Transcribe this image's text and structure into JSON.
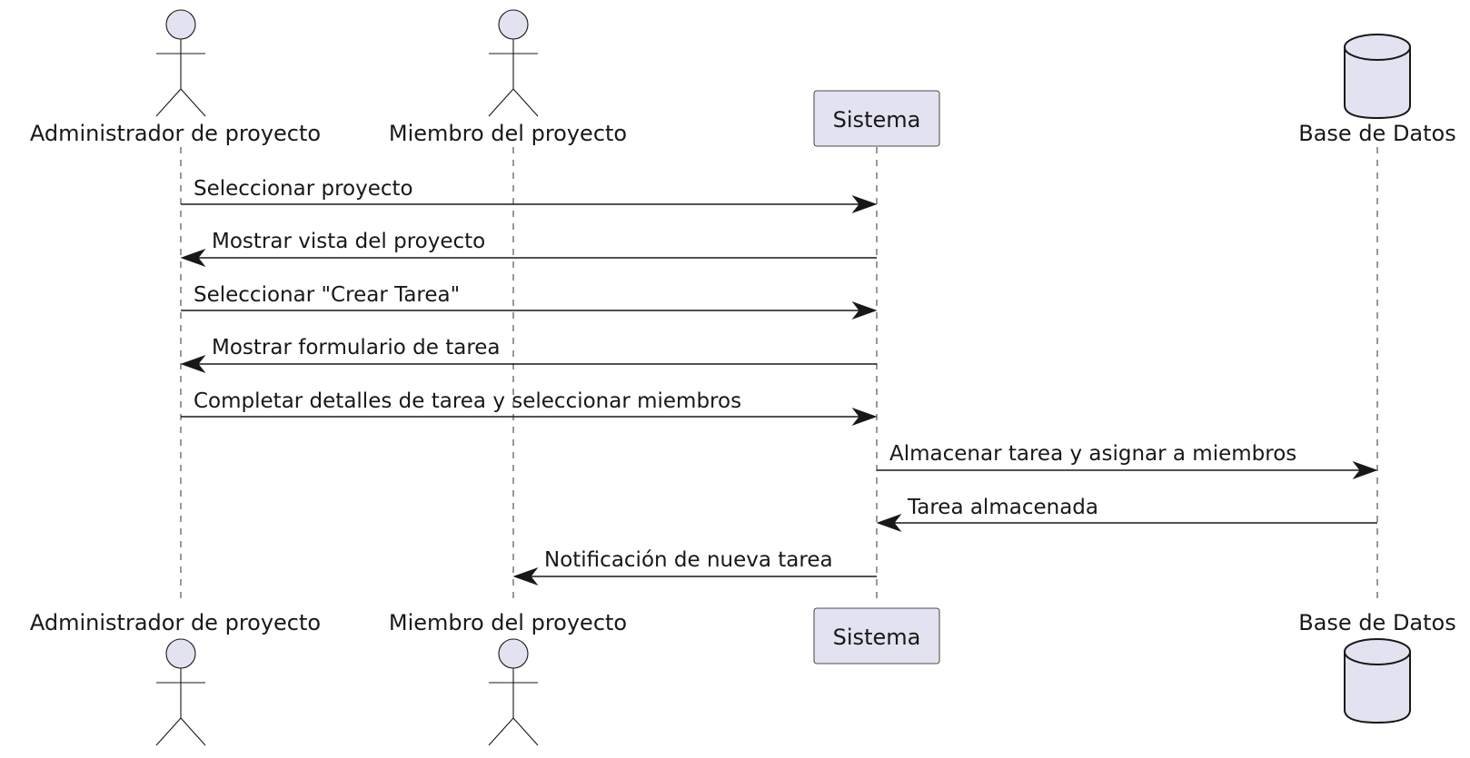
{
  "participants": [
    {
      "id": "admin",
      "kind": "actor",
      "name": "Administrador de proyecto"
    },
    {
      "id": "member",
      "kind": "actor",
      "name": "Miembro del proyecto"
    },
    {
      "id": "system",
      "kind": "participant",
      "name": "Sistema"
    },
    {
      "id": "db",
      "kind": "database",
      "name": "Base de Datos"
    }
  ],
  "messages": [
    {
      "from": "admin",
      "to": "system",
      "label": "Seleccionar proyecto"
    },
    {
      "from": "system",
      "to": "admin",
      "label": "Mostrar vista del proyecto"
    },
    {
      "from": "admin",
      "to": "system",
      "label": "Seleccionar \"Crear Tarea\""
    },
    {
      "from": "system",
      "to": "admin",
      "label": "Mostrar formulario de tarea"
    },
    {
      "from": "admin",
      "to": "system",
      "label": "Completar detalles de tarea y seleccionar miembros"
    },
    {
      "from": "system",
      "to": "db",
      "label": "Almacenar tarea y asignar a miembros"
    },
    {
      "from": "db",
      "to": "system",
      "label": "Tarea almacenada"
    },
    {
      "from": "system",
      "to": "member",
      "label": "Notificación de nueva tarea"
    }
  ]
}
